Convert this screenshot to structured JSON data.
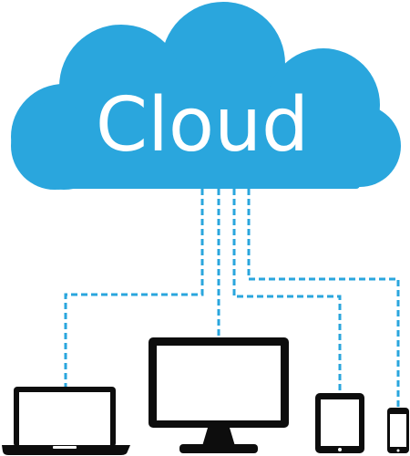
{
  "cloud": {
    "label": "Cloud",
    "icon": "cloud-icon",
    "color": "#2aa6dd"
  },
  "connector": {
    "style": "dashed",
    "color": "#2aa6dd"
  },
  "devices": [
    {
      "name": "laptop",
      "icon": "laptop-icon"
    },
    {
      "name": "desktop-monitor",
      "icon": "monitor-icon"
    },
    {
      "name": "tablet",
      "icon": "tablet-icon"
    },
    {
      "name": "smartphone",
      "icon": "smartphone-icon"
    }
  ],
  "device_color": "#0d0d0d"
}
